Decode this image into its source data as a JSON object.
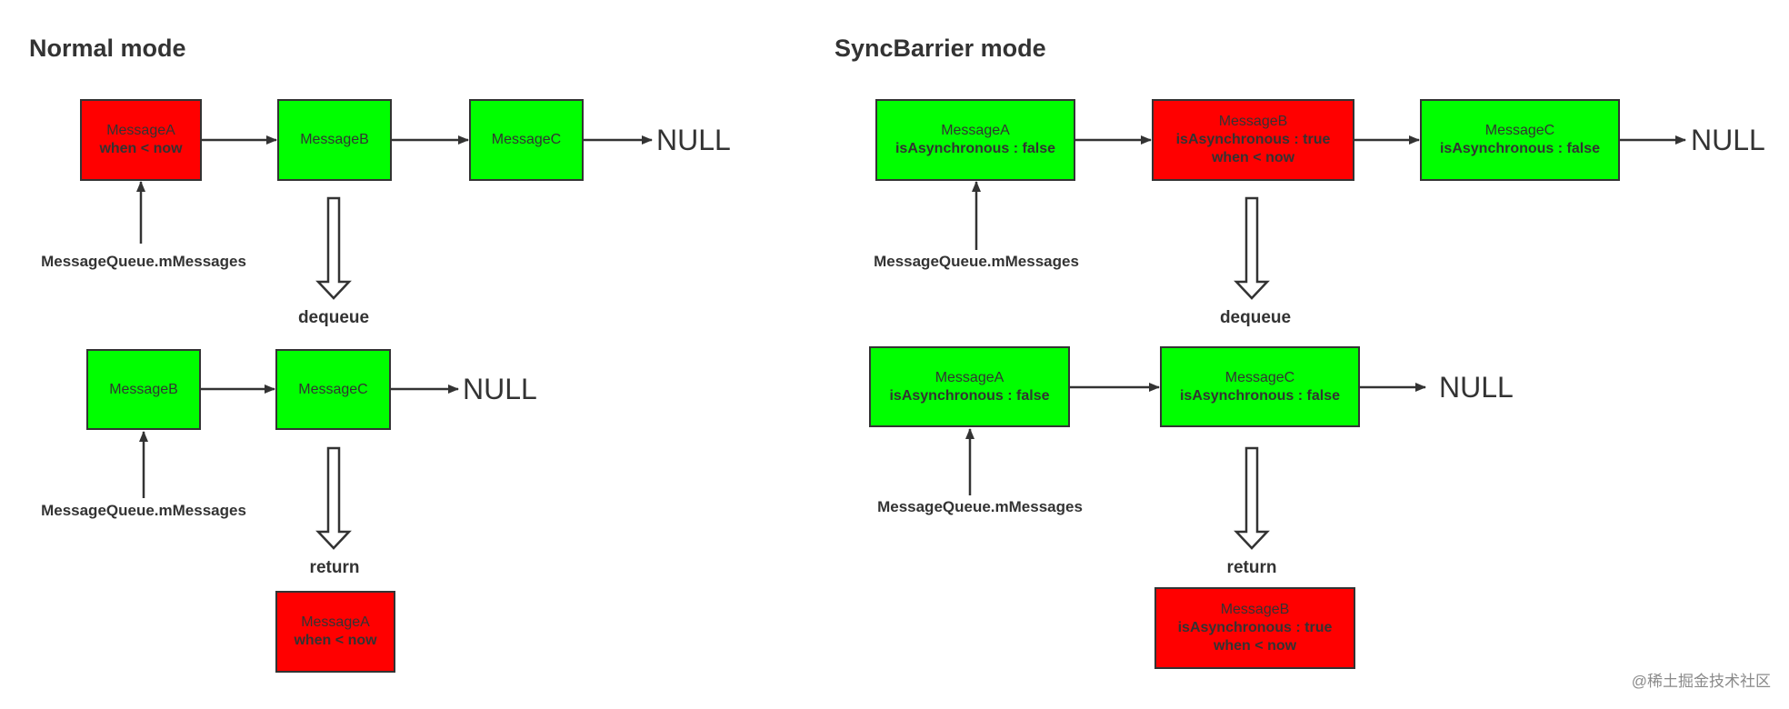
{
  "normal": {
    "title": "Normal mode",
    "queue_before": [
      {
        "name": "MessageA",
        "attrs": [
          "when < now"
        ],
        "color": "red"
      },
      {
        "name": "MessageB",
        "attrs": [],
        "color": "green"
      },
      {
        "name": "MessageC",
        "attrs": [],
        "color": "green"
      }
    ],
    "queue_after": [
      {
        "name": "MessageB",
        "attrs": [],
        "color": "green"
      },
      {
        "name": "MessageC",
        "attrs": [],
        "color": "green"
      }
    ],
    "returned": {
      "name": "MessageA",
      "attrs": [
        "when < now"
      ],
      "color": "red"
    },
    "null_label": "NULL",
    "pointer_label": "MessageQueue.mMessages",
    "dequeue_label": "dequeue",
    "return_label": "return"
  },
  "sync": {
    "title": "SyncBarrier mode",
    "queue_before": [
      {
        "name": "MessageA",
        "attrs": [
          "isAsynchronous : false"
        ],
        "color": "green"
      },
      {
        "name": "MessageB",
        "attrs": [
          "isAsynchronous : true",
          "when < now"
        ],
        "color": "red"
      },
      {
        "name": "MessageC",
        "attrs": [
          "isAsynchronous : false"
        ],
        "color": "green"
      }
    ],
    "queue_after": [
      {
        "name": "MessageA",
        "attrs": [
          "isAsynchronous : false"
        ],
        "color": "green"
      },
      {
        "name": "MessageC",
        "attrs": [
          "isAsynchronous : false"
        ],
        "color": "green"
      }
    ],
    "returned": {
      "name": "MessageB",
      "attrs": [
        "isAsynchronous : true",
        "when < now"
      ],
      "color": "red"
    },
    "null_label": "NULL",
    "pointer_label": "MessageQueue.mMessages",
    "dequeue_label": "dequeue",
    "return_label": "return"
  },
  "colors": {
    "green": "#00ff00",
    "red": "#ff0000",
    "stroke": "#333333"
  },
  "watermark": "@稀土掘金技术社区"
}
